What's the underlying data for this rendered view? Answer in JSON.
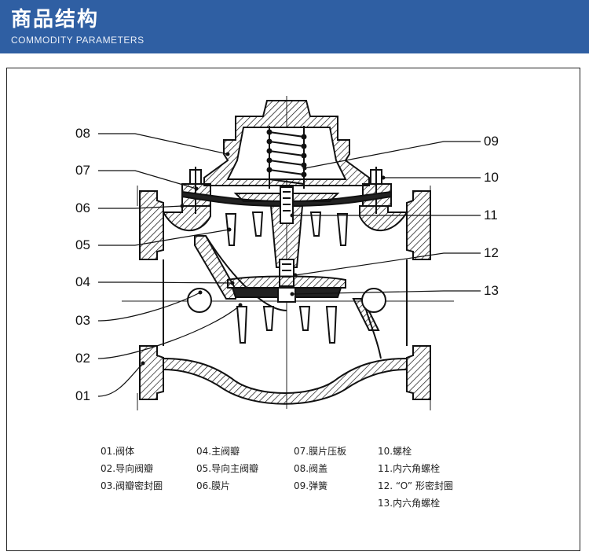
{
  "header": {
    "title": "商品结构",
    "subtitle": "COMMODITY PARAMETERS"
  },
  "callouts": {
    "left": [
      "08",
      "07",
      "06",
      "05",
      "04",
      "03",
      "02",
      "01"
    ],
    "right": [
      "09",
      "10",
      "11",
      "12",
      "13"
    ]
  },
  "legend": {
    "col1": [
      "01.阀体",
      "02.导向阀瓣",
      "03.阀瓣密封圈"
    ],
    "col2": [
      "04.主阀瓣",
      "05.导向主阀瓣",
      "06.膜片"
    ],
    "col3": [
      "07.膜片压板",
      "08.阀盖",
      "09.弹簧"
    ],
    "col4": [
      "10.螺栓",
      "11.内六角螺栓",
      "12. “O” 形密封圈",
      "13.内六角螺栓"
    ]
  },
  "colors": {
    "header_bg": "#2f5fa3",
    "line": "#111111"
  }
}
